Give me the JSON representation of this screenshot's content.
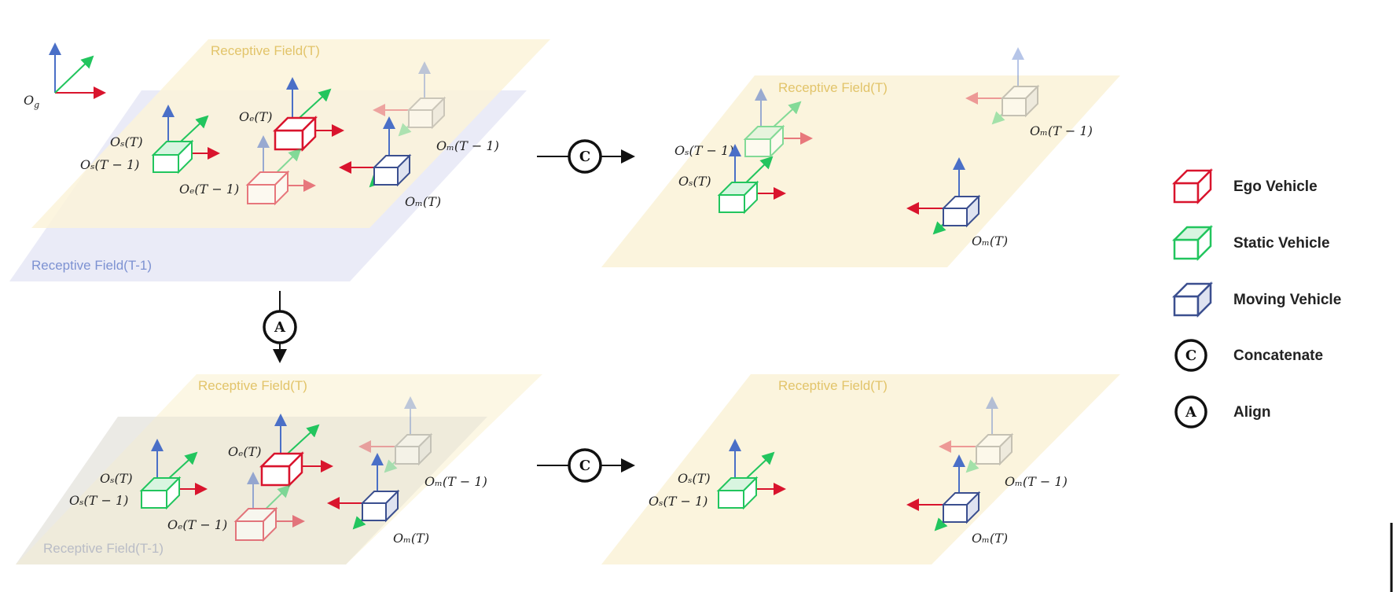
{
  "colors": {
    "ego": "#d9142d",
    "static": "#22c55e",
    "moving": "#3b4f8f",
    "axis_red": "#d9142d",
    "axis_green": "#22c55e",
    "axis_blue": "#4a6fc7",
    "field_t": "#fbf3d9",
    "field_t1": "#e6e8f6",
    "field_t_text": "#e2c46a",
    "field_t1_text": "#7d92d2"
  },
  "panels": {
    "top_left": {
      "field_t": "Receptive Field(T)",
      "field_t1": "Receptive Field(T-1)",
      "origin": "O",
      "origin_sub": "g",
      "labels": {
        "os_t": "Oₛ(T)",
        "os_t1": "Oₛ(T − 1)",
        "oe_t": "Oₑ(T)",
        "oe_t1": "Oₑ(T − 1)",
        "om_t": "Oₘ(T)",
        "om_t1": "Oₘ(T − 1)"
      }
    },
    "top_right": {
      "field_t": "Receptive Field(T)",
      "labels": {
        "os_t1": "Oₛ(T − 1)",
        "os_t": "Oₛ(T)",
        "om_t1": "Oₘ(T − 1)",
        "om_t": "Oₘ(T)"
      }
    },
    "bottom_left": {
      "field_t": "Receptive Field(T)",
      "field_t1": "Receptive Field(T-1)",
      "labels": {
        "os_t": "Oₛ(T)",
        "os_t1": "Oₛ(T − 1)",
        "oe_t": "Oₑ(T)",
        "oe_t1": "Oₑ(T − 1)",
        "om_t": "Oₘ(T)",
        "om_t1": "Oₘ(T − 1)"
      }
    },
    "bottom_right": {
      "field_t": "Receptive Field(T)",
      "labels": {
        "os_t": "Oₛ(T)",
        "os_t1": "Oₛ(T − 1)",
        "om_t1": "Oₘ(T − 1)",
        "om_t": "Oₘ(T)"
      }
    }
  },
  "operators": {
    "concat_letter": "C",
    "align_letter": "A"
  },
  "legend": {
    "items": [
      {
        "label": "Ego Vehicle",
        "icon": "ego-vehicle-icon"
      },
      {
        "label": "Static Vehicle",
        "icon": "static-vehicle-icon"
      },
      {
        "label": "Moving Vehicle",
        "icon": "moving-vehicle-icon"
      },
      {
        "label": "Concatenate",
        "icon": "concatenate-icon",
        "letter": "C"
      },
      {
        "label": "Align",
        "icon": "align-icon",
        "letter": "A"
      }
    ]
  }
}
